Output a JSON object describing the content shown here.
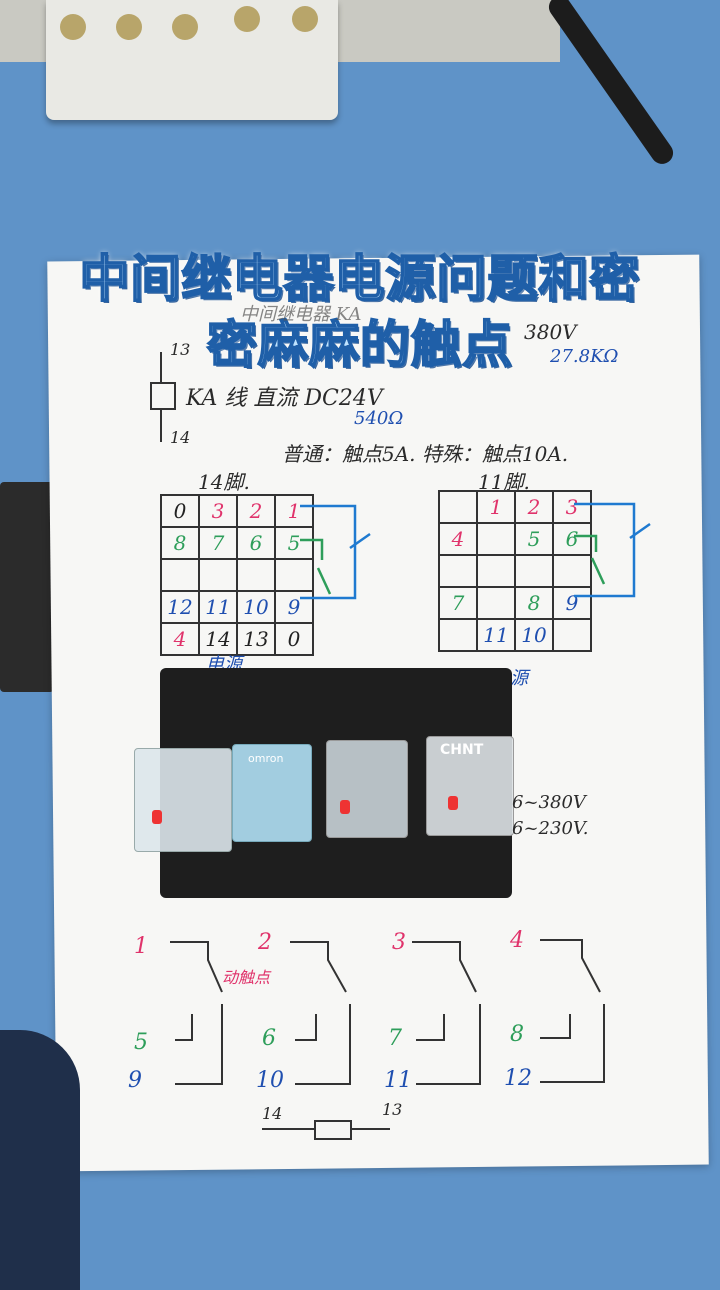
{
  "caption": {
    "line1": "中间继电器电源问题和密",
    "line2": "密麻麻的触点"
  },
  "notes": {
    "header_partial": "中间继电器 KA",
    "ac_voltage": "380V",
    "resistance": "27.8KΩ",
    "coil_top": "13",
    "coil_bottom": "14",
    "coil_label": "KA  线  直流  DC24V",
    "coil_resistance": "540Ω",
    "contacts": "普通：触点5A.   特殊：触点10A.",
    "grid14_title": "14脚.",
    "grid11_title": "11脚.",
    "grid14_footer": "电源",
    "grid11_footer": "电源",
    "range1": "6~380V",
    "range2": "6~230V.",
    "moving_contact": "动触点",
    "coil_left": "14",
    "coil_right": "13"
  },
  "grid14": [
    [
      "0",
      "3",
      "2",
      "1"
    ],
    [
      "8",
      "7",
      "6",
      "5"
    ],
    [
      "",
      "",
      "",
      ""
    ],
    [
      "12",
      "11",
      "10",
      "9"
    ],
    [
      "4",
      "14",
      "13",
      "0"
    ]
  ],
  "grid11": [
    [
      "",
      "1",
      "2",
      "3"
    ],
    [
      "4",
      "",
      "5",
      "6"
    ],
    [
      "",
      "",
      "",
      ""
    ],
    [
      "7",
      "",
      "8",
      "9"
    ],
    [
      "",
      "11",
      "10",
      ""
    ]
  ],
  "contacts_diagram": [
    {
      "common": "1",
      "nc": "5",
      "no": "9"
    },
    {
      "common": "2",
      "nc": "6",
      "no": "10"
    },
    {
      "common": "3",
      "nc": "7",
      "no": "11"
    },
    {
      "common": "4",
      "nc": "8",
      "no": "12"
    }
  ],
  "relay_brands": [
    "",
    "omron",
    "",
    "CHNT"
  ],
  "colors": {
    "background": "#5f93c8",
    "paper": "#f7f7f5",
    "red_ink": "#e0336b",
    "green_ink": "#2e9e5a",
    "blue_ink": "#1f4fb0"
  }
}
